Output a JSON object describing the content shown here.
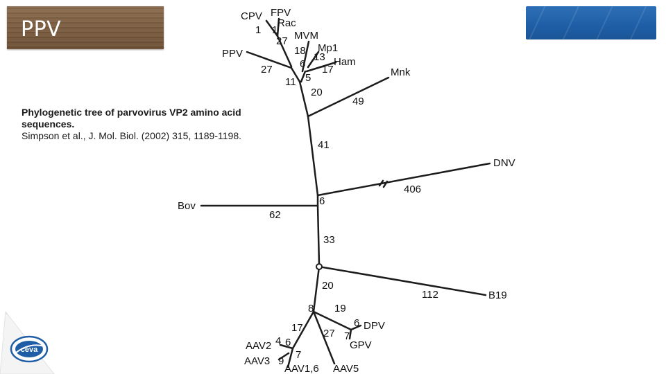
{
  "slide": {
    "title": "PPV",
    "caption_bold": "Phylogenetic tree of parvovirus VP2 amino acid sequences.",
    "caption_citation": "Simpson et al., J. Mol. Biol. (2002) 315, 1189-1198."
  },
  "logo": {
    "icon": "ceva-logo",
    "text": "ceva",
    "color": "#1f5ea6"
  },
  "colors": {
    "banner_brown": "#7a5c3f",
    "banner_blue": "#1f5ea6",
    "branch": "#1c1c1c"
  },
  "tree": {
    "taxa": {
      "cpv": "CPV",
      "fpv": "FPV",
      "rac": "Rac",
      "mvm": "MVM",
      "mp1": "Mp1",
      "ham": "Ham",
      "ppv": "PPV",
      "mnk": "Mnk",
      "dnv": "DNV",
      "bov": "Bov",
      "b19": "B19",
      "dpv": "DPV",
      "gpv": "GPV",
      "aav2": "AAV2",
      "aav3": "AAV3",
      "aav16": "AAV1,6",
      "aav5": "AAV5"
    },
    "branch_lengths": {
      "b_1a": "1",
      "b_1b": "1",
      "b_27_mvm": "27",
      "b_18": "18",
      "b_13": "13",
      "b_6_mvm": "6",
      "b_17_ham": "17",
      "b_27_ppv": "27",
      "b_11": "11",
      "b_5": "5",
      "b_20_top": "20",
      "b_49": "49",
      "b_41": "41",
      "b_406": "406",
      "b_6_bov": "6",
      "b_62": "62",
      "b_33": "33",
      "b_0": "0",
      "b_20_bot": "20",
      "b_112": "112",
      "b_8": "8",
      "b_19": "19",
      "b_17_aav": "17",
      "b_27_aav": "27",
      "b_6_dpv": "6",
      "b_7_gpv": "7",
      "b_4": "4",
      "b_6_aav2": "6",
      "b_9": "9",
      "b_7_aav": "7"
    }
  }
}
